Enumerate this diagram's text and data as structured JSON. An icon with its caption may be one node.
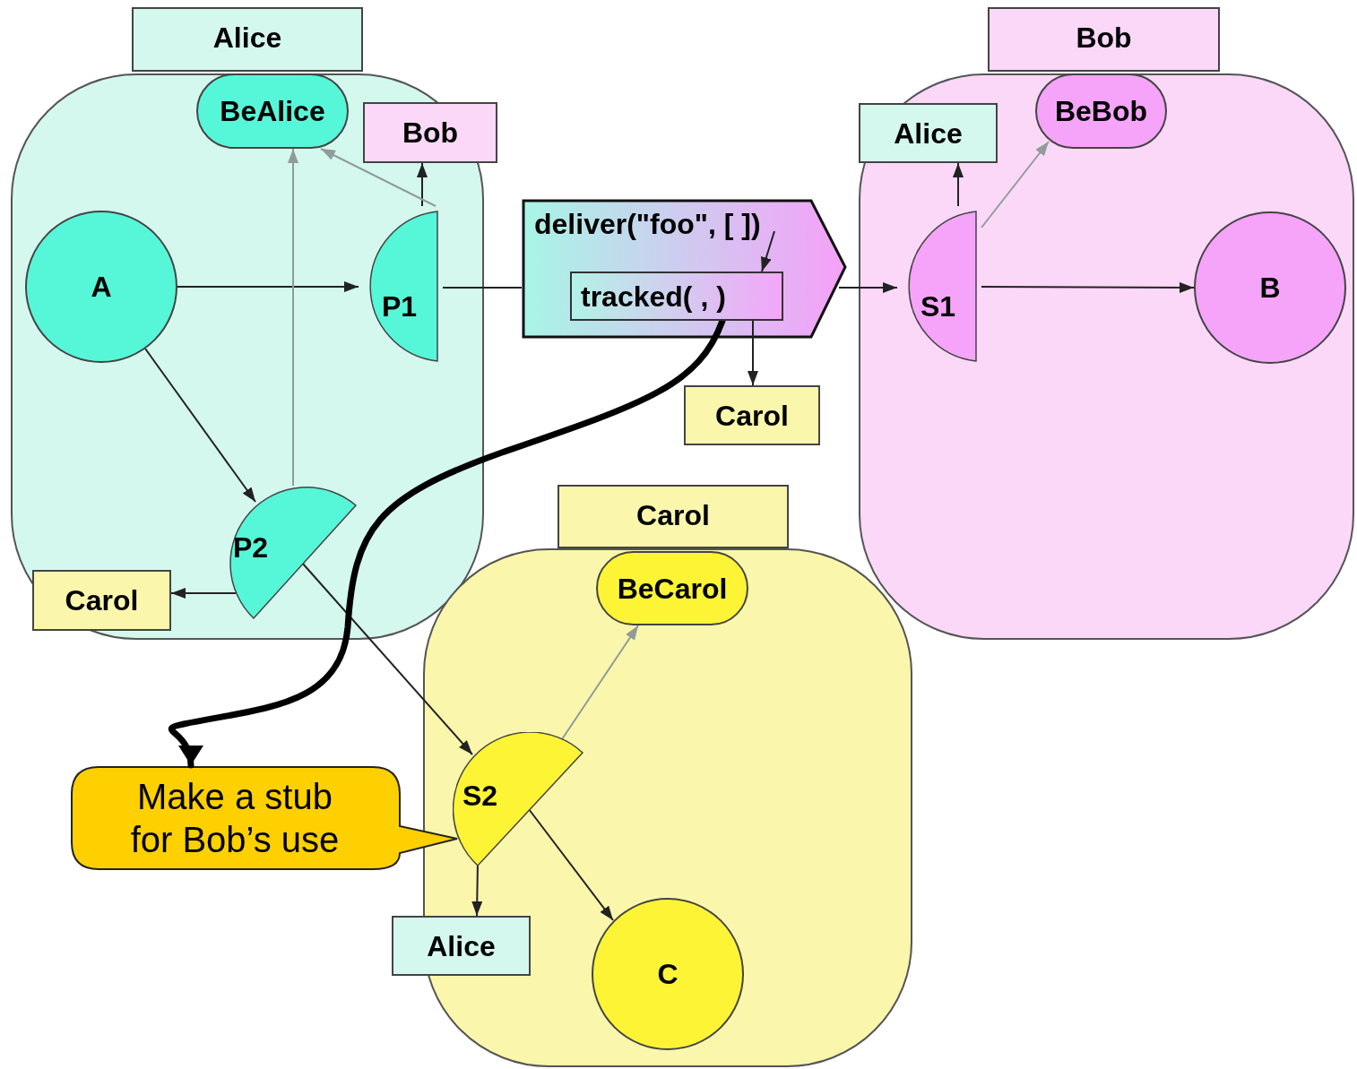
{
  "diagram": {
    "nodes": [
      {
        "text": [
          "Alice"
        ]
      },
      {
        "text": [
          "BeAlice"
        ],
        "in": 0
      },
      {
        "text": [
          "Bob"
        ]
      },
      {
        "text": [
          "A"
        ],
        "in": 0
      },
      {
        "text": [
          "P1"
        ],
        "in": 0
      },
      {
        "text": [
          "P2"
        ],
        "in": 0
      },
      {
        "text": [
          "Carol"
        ],
        "in": 0
      },
      {
        "text": [
          "deliver(\"foo\", [ ])"
        ]
      },
      {
        "text": [
          "tracked( , )"
        ],
        "in": 7
      },
      {
        "text": [
          "Carol"
        ]
      },
      {
        "text": [
          "Bob"
        ]
      },
      {
        "text": [
          "Alice"
        ],
        "in": 10
      },
      {
        "text": [
          "BeBob"
        ],
        "in": 10
      },
      {
        "text": [
          "S1"
        ],
        "in": 10
      },
      {
        "text": [
          "B"
        ],
        "in": 10
      },
      {
        "text": [
          "Carol"
        ]
      },
      {
        "text": [
          "BeCarol"
        ],
        "in": 15
      },
      {
        "text": [
          "S2"
        ],
        "in": 15
      },
      {
        "text": [
          "Alice"
        ]
      },
      {
        "text": [
          "C"
        ],
        "in": 15
      },
      {
        "text": [
          "Make a stub for Bob’s use"
        ]
      }
    ],
    "edges": [
      {
        "from": 3,
        "to": 4,
        "arrow": "to"
      },
      {
        "from": 3,
        "to": 5,
        "arrow": "to"
      },
      {
        "from": 4,
        "to": 2,
        "arrow": "to"
      },
      {
        "from": 4,
        "to": 1,
        "arrow": "to",
        "color": "#8f9c99"
      },
      {
        "from": 5,
        "to": 1,
        "arrow": "to",
        "color": "#8f9c99"
      },
      {
        "from": 5,
        "to": 6,
        "arrow": "to"
      },
      {
        "from": 4,
        "to": 7,
        "arrow": "none"
      },
      {
        "from": 7,
        "to": 13,
        "arrow": "to"
      },
      {
        "from": 13,
        "to": 11,
        "arrow": "to"
      },
      {
        "from": 13,
        "to": 12,
        "arrow": "to",
        "color": "#8f9c99"
      },
      {
        "from": 13,
        "to": 14,
        "arrow": "to"
      },
      {
        "from": 5,
        "to": 17,
        "arrow": "to"
      },
      {
        "from": 17,
        "to": 16,
        "arrow": "to",
        "color": "#8f9c99"
      },
      {
        "from": 17,
        "to": 18,
        "arrow": "to"
      },
      {
        "from": 17,
        "to": 19,
        "arrow": "to"
      },
      {
        "from": 7,
        "to": 8,
        "arrow": "to"
      },
      {
        "from": 8,
        "to": 9,
        "arrow": "to"
      },
      {
        "from": 8,
        "to": 20,
        "arrow": "to",
        "style": "thick"
      }
    ]
  }
}
